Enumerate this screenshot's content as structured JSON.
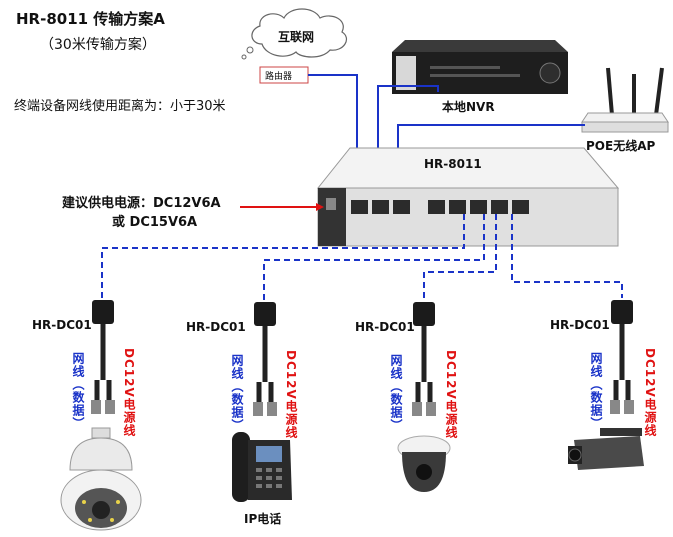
{
  "header": {
    "title": "HR-8011 传输方案A",
    "subtitle": "（30米传输方案）"
  },
  "notes": {
    "distance": "终端设备网线使用距离为：小于30米",
    "power_label": "建议供电电源：DC12V6A",
    "power_alt": "或  DC15V6A"
  },
  "devices": {
    "internet": "互联网",
    "router": "路由器",
    "nvr": "本地NVR",
    "poe_ap": "POE无线AP",
    "switch": "HR-8011",
    "ip_phone": "IP电话"
  },
  "splitters": [
    {
      "label": "HR-DC01",
      "network": "网线（数据）",
      "power": "DC12V电源线"
    },
    {
      "label": "HR-DC01",
      "network": "网线（数据）",
      "power": "DC12V电源线"
    },
    {
      "label": "HR-DC01",
      "network": "网线（数据）",
      "power": "DC12V电源线"
    },
    {
      "label": "HR-DC01",
      "network": "网线（数据）",
      "power": "DC12V电源线"
    }
  ],
  "colors": {
    "network_line": "#1a33c8",
    "power_line": "#e01212",
    "switch_body": "#e6e6e6"
  },
  "icons": [
    "cloud-icon",
    "router-icon",
    "nvr-icon",
    "wireless-ap-icon",
    "poe-switch-icon",
    "splitter-icon",
    "speed-dome-camera-icon",
    "ip-phone-icon",
    "dome-camera-icon",
    "box-camera-icon"
  ]
}
